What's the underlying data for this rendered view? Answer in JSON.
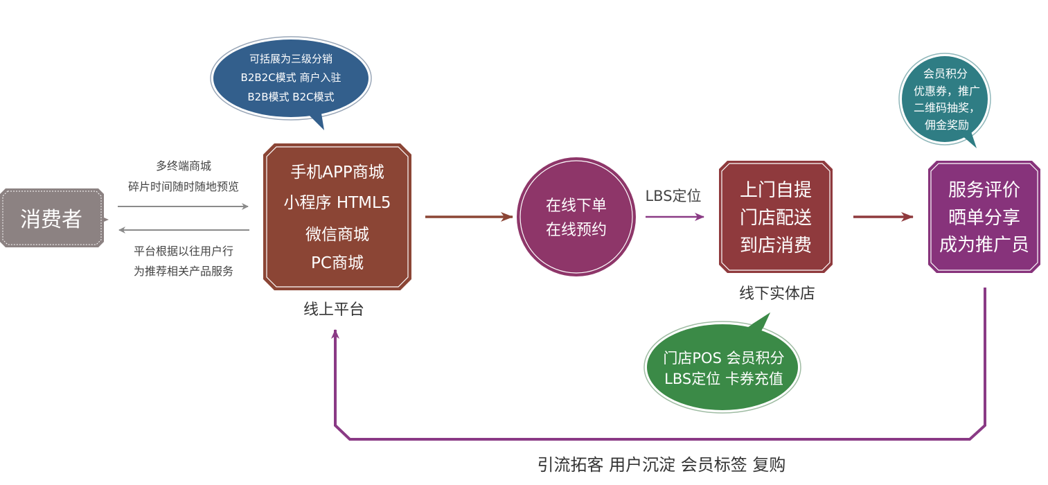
{
  "consumer": {
    "label": "消费者"
  },
  "flow_top": {
    "lines": [
      "多终端商城",
      "碎片时间随时随地预览"
    ]
  },
  "flow_bottom": {
    "lines": [
      "平台根据以往用户行",
      "为推荐相关产品服务"
    ]
  },
  "bubble_blue": {
    "lines": [
      "可括展为三级分销",
      "B2B2C模式 商户入驻",
      "B2B模式  B2C模式"
    ]
  },
  "online_platform": {
    "lines": [
      "手机APP商城",
      "小程序 HTML5",
      "微信商城",
      "PC商城"
    ],
    "caption": "线上平台"
  },
  "order_circle": {
    "lines": [
      "在线下单",
      "在线预约"
    ]
  },
  "lbs_label": "LBS定位",
  "offline_store": {
    "lines": [
      "上门自提",
      "门店配送",
      "到店消费"
    ],
    "caption": "线下实体店"
  },
  "bubble_green": {
    "lines": [
      "门店POS  会员积分",
      "LBS定位  卡券充值"
    ]
  },
  "service_box": {
    "lines": [
      "服务评价",
      "晒单分享",
      "成为推广员"
    ]
  },
  "bubble_teal": {
    "lines": [
      "会员积分",
      "优惠券，推广",
      "二维码抽奖，",
      "佣金奖励"
    ]
  },
  "feedback_caption": "引流拓客  用户沉淀  会员标签  复购",
  "colors": {
    "consumer": "#8c8282",
    "platform": "#8b4535",
    "order": "#8e3669",
    "store": "#8f3a3d",
    "service": "#87337b",
    "bubble_blue": "#335f8c",
    "bubble_green": "#3b8a47",
    "bubble_teal": "#2f7d84",
    "feedback_line": "#8a3a85",
    "arrow_dark": "#8b4535",
    "arrow_gray": "#8a8a8a"
  }
}
